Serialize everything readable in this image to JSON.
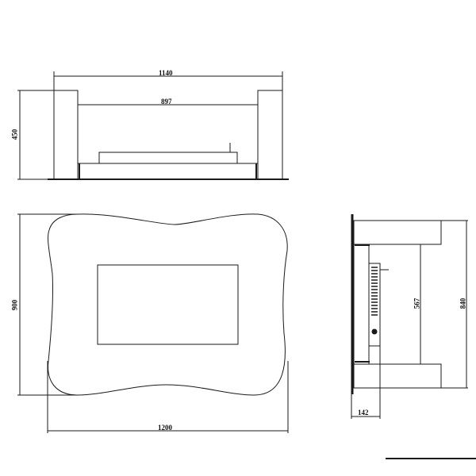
{
  "drawing": {
    "type": "technical dimension drawing",
    "units": "mm",
    "front_view_top": {
      "overall_width": "1140",
      "inner_width": "897",
      "height": "450"
    },
    "front_view_frame": {
      "height": "900",
      "width": "1200"
    },
    "side_view": {
      "overall_height": "840",
      "inner_height": "567",
      "depth": "142"
    }
  },
  "colors": {
    "line": "#1a1a1a",
    "background": "#ffffff"
  }
}
